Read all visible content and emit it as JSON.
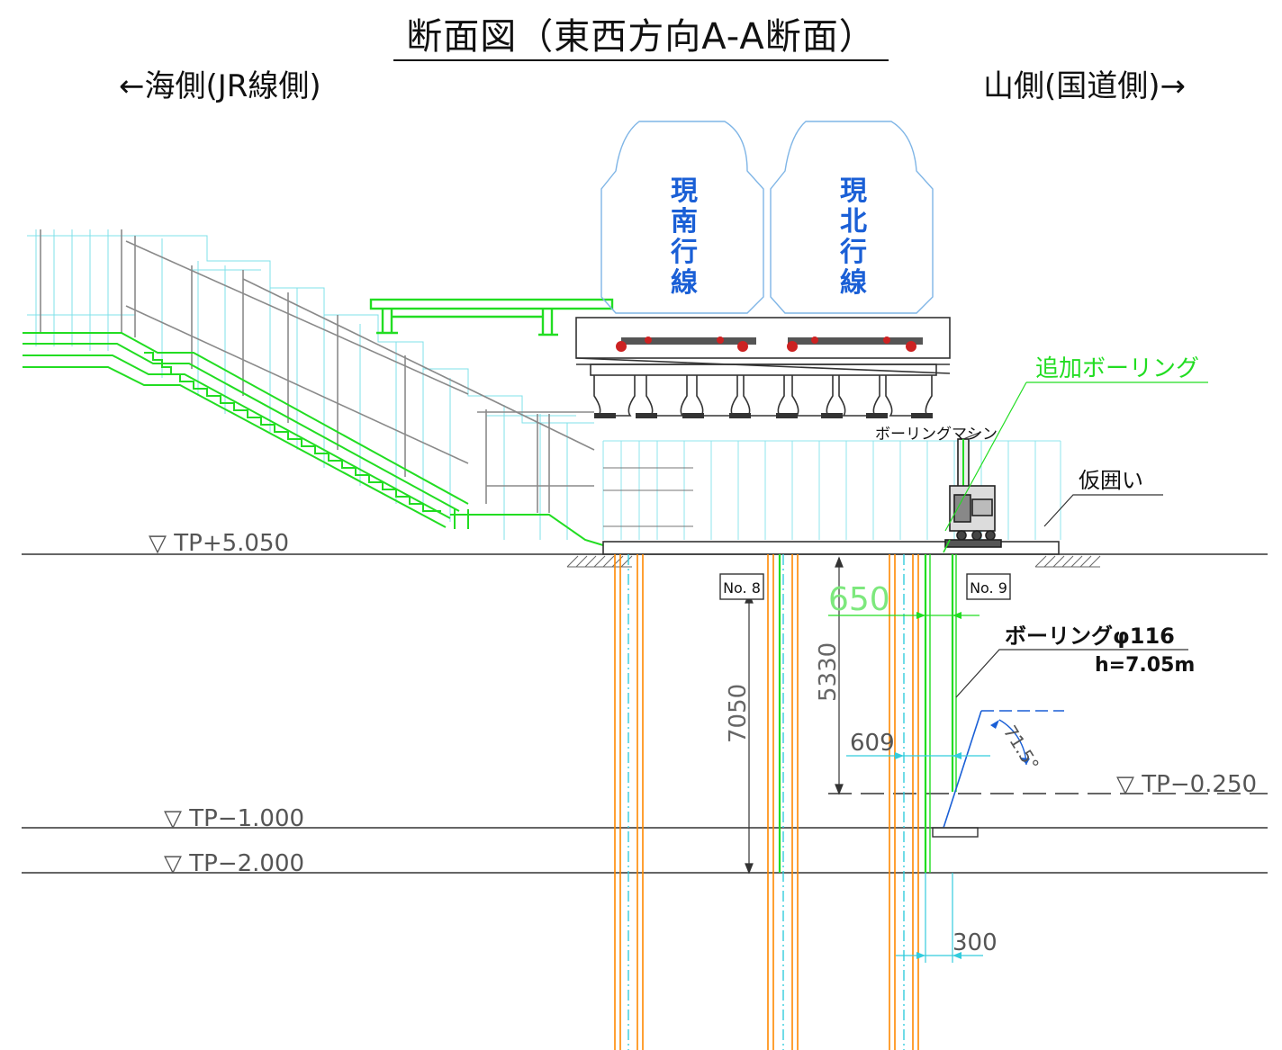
{
  "title": "断面図（東西方向A-A断面）",
  "orientation": {
    "left": "←海側(JR線側)",
    "right": "山側(国道側)→"
  },
  "tracks": [
    {
      "chars": [
        "現",
        "南",
        "行",
        "線"
      ]
    },
    {
      "chars": [
        "現",
        "北",
        "行",
        "線"
      ]
    }
  ],
  "labels": {
    "additional_boring": "追加ボーリング",
    "boring_machine": "ボーリングマシン",
    "temporary_fence": "仮囲い",
    "boring_spec": "ボーリングφ116",
    "boring_depth": "h=7.05m",
    "pier_no8": "No. 8",
    "pier_no9": "No. 9"
  },
  "levels": {
    "ground": "▽  TP+5.050",
    "tp_m0250": "▽  TP−0.250",
    "tp_m1000": "▽  TP−1.000",
    "tp_m2000": "▽  TP−2.000"
  },
  "dimensions": {
    "d7050": "7050",
    "d5330": "5330",
    "d650": "650",
    "d609": "609",
    "d300": "300",
    "angle": "71.5°"
  },
  "colors": {
    "line": "#333333",
    "green": "#22dd22",
    "cyan": "#33ccdd",
    "orange": "#ff8800",
    "blue": "#1a5fd6",
    "red": "#cc2222"
  }
}
